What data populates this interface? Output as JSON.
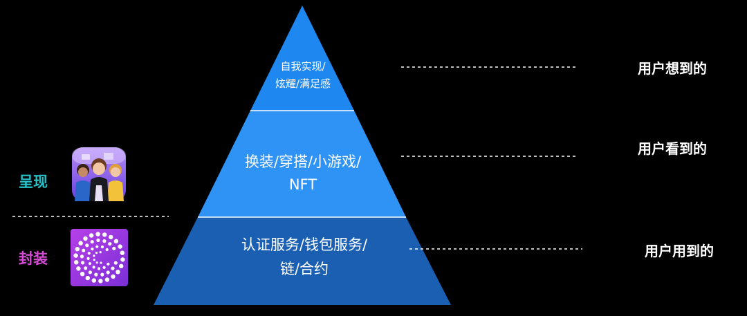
{
  "pyramid": {
    "tiers": [
      {
        "id": "top",
        "lines": [
          "自我实现/",
          "炫耀/满足感"
        ],
        "color": "#1f87f0",
        "right_label": "用户想到的"
      },
      {
        "id": "middle",
        "lines": [
          "换装/穿搭/小游戏/",
          "NFT"
        ],
        "color": "#2f93f5",
        "right_label": "用户看到的"
      },
      {
        "id": "bottom",
        "lines": [
          "认证服务/钱包服务/",
          "链/合约"
        ],
        "color": "#1b5fb3",
        "right_label": "用户用到的"
      }
    ]
  },
  "left": {
    "present_label": "呈现",
    "present_color": "#27c2c8",
    "present_icon": "avatar-characters-app-icon",
    "wrap_label": "封装",
    "wrap_color": "#d54bd6",
    "wrap_icon": "dotted-spiral-app-icon"
  }
}
